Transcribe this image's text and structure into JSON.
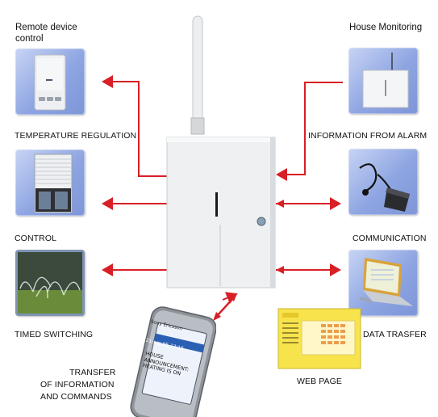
{
  "headers": {
    "left": "Remote device control",
    "right": "House Monitoring"
  },
  "labels": {
    "temperature": "TEMPERATURE REGULATION",
    "control": "CONTROL",
    "timed": "TIMED SWITCHING",
    "alarm": "INFORMATION FROM ALARM",
    "communication": "COMMUNICATION",
    "data": "DATA TRASFER",
    "web": "WEB PAGE",
    "transfer_line1": "TRANSFER",
    "transfer_line2": "OF INFORMATION",
    "transfer_line3": "AND COMMANDS"
  },
  "phone": {
    "brand": "Sony Ericsson",
    "date": "21-srp-05 17:15",
    "message": "HOUSE ANNOUNCEMENT: HEATING IS ON"
  },
  "colors": {
    "arrow": "#d81f26",
    "tile": "#8ea5e2",
    "web_page": "#f7e34c"
  }
}
